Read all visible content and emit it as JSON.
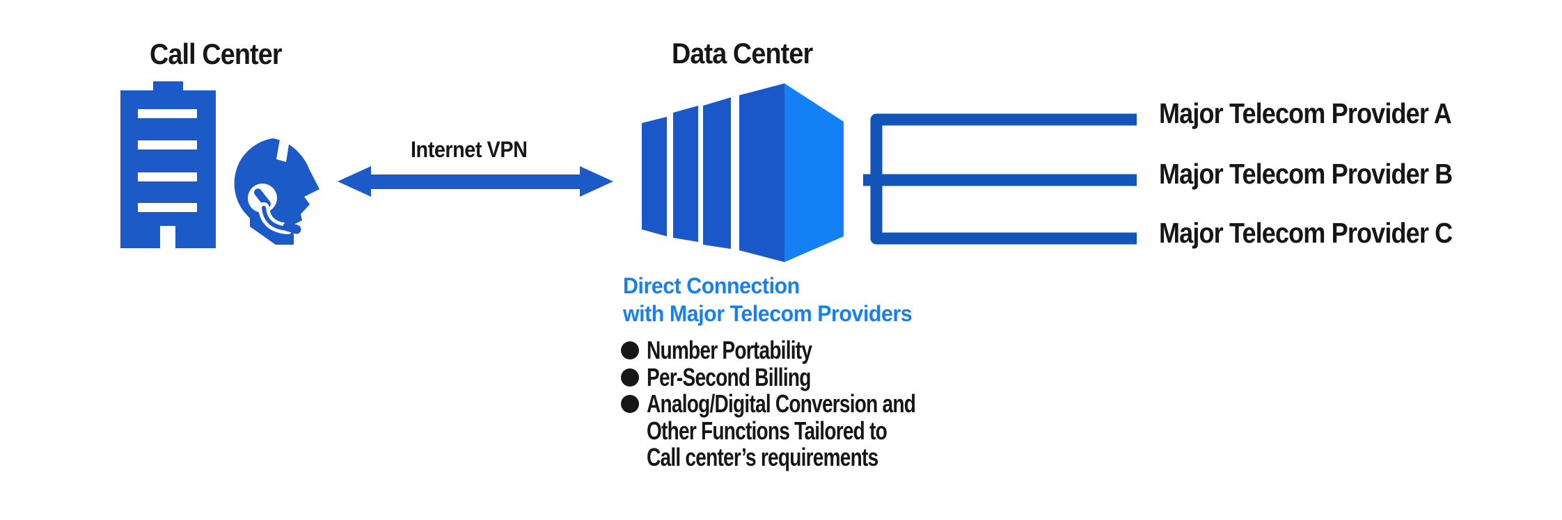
{
  "palette": {
    "primary": "#1C5AC8",
    "bracket": "#1254B8",
    "slab": "#1A57C8",
    "face": "#1480F5",
    "heading_blue": "#1580F0",
    "text": "#161616",
    "background": "#FFFFFF"
  },
  "call_center": {
    "title": "Call Center"
  },
  "link": {
    "label": "Internet VPN"
  },
  "data_center": {
    "title": "Data Center",
    "heading_line1": "Direct Connection",
    "heading_line2": "with Major Telecom Providers",
    "features": [
      {
        "text": "Number Portability"
      },
      {
        "text": "Per-Second Billing"
      },
      {
        "text": "Analog/Digital Conversion and"
      },
      {
        "text": "Other Functions Tailored to"
      },
      {
        "text": "Call center’s requirements"
      }
    ]
  },
  "providers": [
    {
      "label": "Major Telecom Provider A"
    },
    {
      "label": "Major Telecom Provider B"
    },
    {
      "label": "Major Telecom Provider C"
    }
  ]
}
